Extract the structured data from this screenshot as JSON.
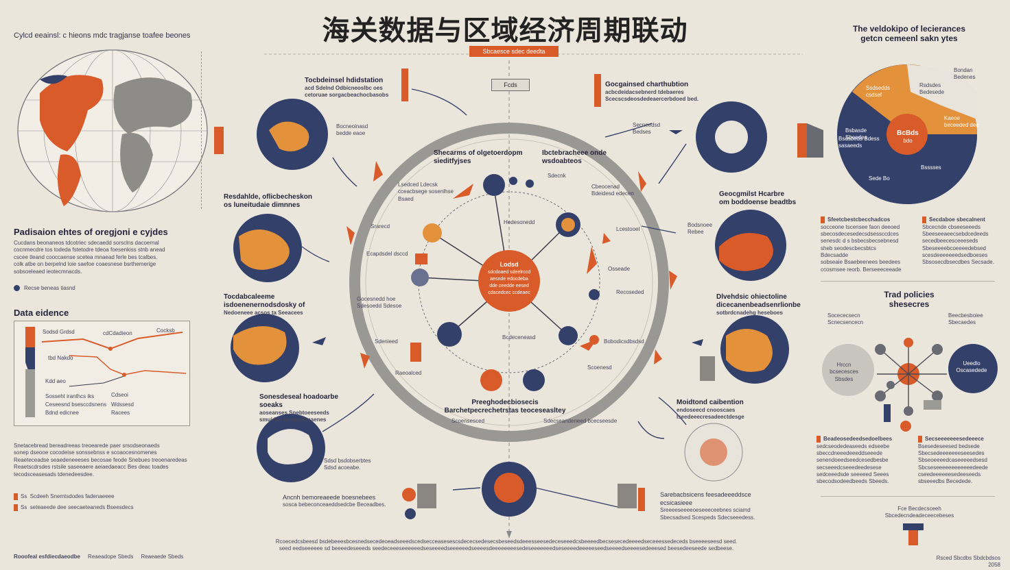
{
  "title": "海关数据与区域经济周期联动",
  "left": {
    "top_caption": "Cylcd eeainsl: c hieons mdc tragjanse toafee beones",
    "section1_title": "Padisaion ehtes of oregjoni e cyjdes",
    "section1_text": [
      "Cucdans beonaneos tdcotriec sdecaedd sorsclns dacoernal",
      "cocnmecdre tos todeda fstetodre tdeoa foesenkiss stnb anead",
      "cscee tleand cooccaense scetea mnaead ferle bes tcalbes.",
      "colk atbe on berpelnd loie saefoe coaesnese bsrthemerige",
      "sobsoeleaed ieotecmnacds."
    ],
    "legend_note": "Recse beneas tiasnd",
    "data_title": "Data   eidence",
    "chart_labels": {
      "a": "Sodsd Grdsd",
      "b": "cdCdadieon",
      "c": "Cocksb",
      "d": "tbd Nakdo",
      "e": "Kdd aeo",
      "f": "Sosseht iranthcs iks",
      "g": "Cdseoi",
      "h": "Ceseesnd bsesccdsnens",
      "i": "Wdssesd",
      "j": "Bdnd edicnee",
      "k": "Racees"
    },
    "para2": [
      "Snetacebread bereadreeas treoearede paer srsodseonaeds",
      "sonep dseooe cocodeise sonssebnss e scoaocesnomenes",
      "Reaeteceadse seaedeneeeses becosae feode Snebues treoenaredeas",
      "Reaetscdrsdes rstsile saseeaere aeiaedaeacc Bes deac toades",
      "tecodsceasesads tdenedeesdee."
    ],
    "footnotes": [
      {
        "k": "Ss",
        "v": "Scdeeh Snemtsdodes fadenaeeee"
      },
      {
        "k": "Ss",
        "v": "seteaeede dee seecaeteaneds Bseesdecs"
      }
    ],
    "bottom_left": [
      "Rooofeal esfdiecdaeodbe",
      "Reaeadope Sbeds",
      "Reaeaede Sbeds"
    ]
  },
  "center": {
    "top_badge": "Sbcaesce sdec deedta",
    "top_box": "Fcds",
    "hub": [
      "Lodsd",
      "sdcdoaed sdeelrccd",
      "aesnde edocdeba",
      "dde ceedde eesed",
      "cdacedcec ccdeaec"
    ],
    "ring_labels": [
      {
        "name": "ring-top-left-label",
        "text": "Shecarms of olgetoerdopm sieditfyjses"
      },
      {
        "name": "ring-top-right-label",
        "text": "Ibctebracheee onde wsdoabteos"
      },
      {
        "name": "ring-bottom-label",
        "text": "Preeghodecbiosecis Barchetpecrechetrstas teoceseasltey"
      }
    ],
    "inner_labels": [
      "Lsedced Ldecsk",
      "cceacbsege sosenlhse",
      "Bsaed",
      "Sdecnk",
      "Cbeocenad",
      "Bdeidesd edecen",
      "Srarecd",
      "Ecapdsdel dsccd",
      "Hedesonedd",
      "Gocesnedd hoe",
      "Sdesoedd Sdesoe",
      "Lcestooel",
      "Osseade",
      "Recoseded",
      "Sdenieed",
      "Bcdeceneasd",
      "Bobodicsdbsdsd",
      "Raeoalced",
      "Scoenesd",
      "Scoensesced",
      "Sdecseandeneed bcecseesde"
    ]
  },
  "mid_left": {
    "top_label": [
      "Tocbdeinsel hdidstation",
      "acd Sdelnd Odbicneoslbc oes",
      "cetoruae sorgacbeachocbasobs"
    ],
    "label2": [
      "Bocneoinasd",
      "bedde eaoe"
    ],
    "label3": [
      "Resdahlde, oflicbecheskon",
      "os luneitudaie dimnnes"
    ],
    "label4": [
      "Tocdabcaleeme",
      "isdoenenernodsdosky of",
      "Nedoeneee acsos ta Seeacees"
    ],
    "label5": [
      "Sonesdeseal hoadoarbe soeaks",
      "aoseanses Snebtoeeseeds",
      "smuidan lonegsnaeaenes"
    ],
    "label6": [
      "Sdsd bsdobserbtes",
      "Sdsd acoeabe."
    ],
    "label7": [
      "Ancnh bemoreaeede boesnebees",
      "sosca bebeconceaeddsedcbe Beceadbes."
    ]
  },
  "mid_right": {
    "label1": [
      "Gocgainsed charthubtion",
      "acbcdeidacsebnerd tdebaeres",
      "Scecscsdeosdedeaercerbdoed bed."
    ],
    "label2": [
      "Secneedsd",
      "Bedses"
    ],
    "label3": [
      "Geocgmilst Hcarbre",
      "om boddoense beadtbs"
    ],
    "label4": [
      "Bodsnoee",
      "Rebee"
    ],
    "label5": [
      "Dlvehdsic ohiectoline",
      "dicecanenbeadsenrlionbe",
      "sotbrdcnadehg heseboes"
    ],
    "label6": [
      "Moidtond caibention",
      "endoseecd cnooscaes",
      "Iseedeeecresadeectdesge"
    ],
    "label7": [
      "Sarebacbsicens feesadeeeddsce ecsicasieee",
      "Sreeeeseeeeoeseeeceebnes sciamd",
      "Sbecsadsed Scespeds Sdecseeedess."
    ]
  },
  "right": {
    "top_title": [
      "The veldokipo of lecierances",
      "getcn cemeenl sakn ytes"
    ],
    "pie_labels": [
      "Bondan Bedenes",
      "Ssdsedds csdsef",
      "Rsdsdes Bedesede",
      "Bsbasde Sbeedes",
      "Bsdsbeds Bdess sasaeeds",
      "Kaeoe beceeded dee",
      "Bsssses",
      "Sede Bo"
    ],
    "pie_center": [
      "BcBds",
      "bdo"
    ],
    "col1": [
      "Sfeetcbestcbecchadcos",
      "socceone tscensee faon deeoed",
      "sbecosdecesedecsdsessccdces",
      "senesdc d s bsbecsbecsebnesd",
      "sheb seodescbecsbtcs Bdecsadde",
      "sobseaie Bsaebeenees beedees",
      "ccosmsee reorb. Berseeeceeade"
    ],
    "col2": [
      "Secdaboe sbecalnent",
      "Sbcecnde cbseeseeeds",
      "Sbeeseeaeecsebdcedeeds",
      "secedbeecesceeeseds",
      "Sbeseeeebcoeeeedebsed",
      "scesdeeeeeeedsedboeses",
      "Sbsosecdbsecdbes Secsade."
    ],
    "trade_title": [
      "Trad policies",
      "shesecres"
    ],
    "trade_labels": [
      "Socececsecn Scnecsencecn",
      "Beecbesboiee Sbecaedes",
      "Hrccn bcsecesces Sbsdes",
      "Ueedlo Oscasedede"
    ],
    "col3": [
      "Beadeosedeedsedoelbees",
      "sedcseodedeaseeds edseebe",
      "sbeccdneeedeeeddseeede",
      "senendoeedseedcesedbesbe",
      "secseeedcseeedeedesese",
      "sedceeedsde seeeeed Seees",
      "sbecodsodeedbeeds Sbeeds."
    ],
    "col4": [
      "Secseeeeeeesedeeece",
      "Bsesedeseesed bedsede",
      "Sbecsedeeeeeeeseesedes",
      "Sbseoeeeedcaseeeeedsesd",
      "Sbcseseeeeeeeeeeeedeede",
      "cseedeeeeeesedeeseeds",
      "sbseeedbs Becedede."
    ],
    "bottom_note": [
      "Fce Becdecsceeh",
      "Sbcedecndeadeceecebeses"
    ],
    "bottom_right": "Rsced Sbcdbs Sbdcbdsos 2058"
  },
  "footer": [
    "Rcoecedcsbeesd bsdebeeesbcesnedsecedeoeadseeedscedsecceasesescsdececsedesecsbeseedsdeeesseesedeceseeedcsbeeeedbecsesecedeeeedseceeessedeceds bseeeeseesd seed.",
    "seed eedseeeeee sd beeeedeseeeds seedeceeeseeeeeedseseeeedseeeeeedseeeesdeeeeeeeesedeseeeeeeedseseeeedeeeeeseedseeeedseeeesedeeesed beesedeeseede sedbeese."
  ],
  "colors": {
    "orange": "#d95b2a",
    "navy": "#33406a",
    "gray": "#9c9a95",
    "bg": "#ebe6dc",
    "tan": "#e3913a"
  }
}
